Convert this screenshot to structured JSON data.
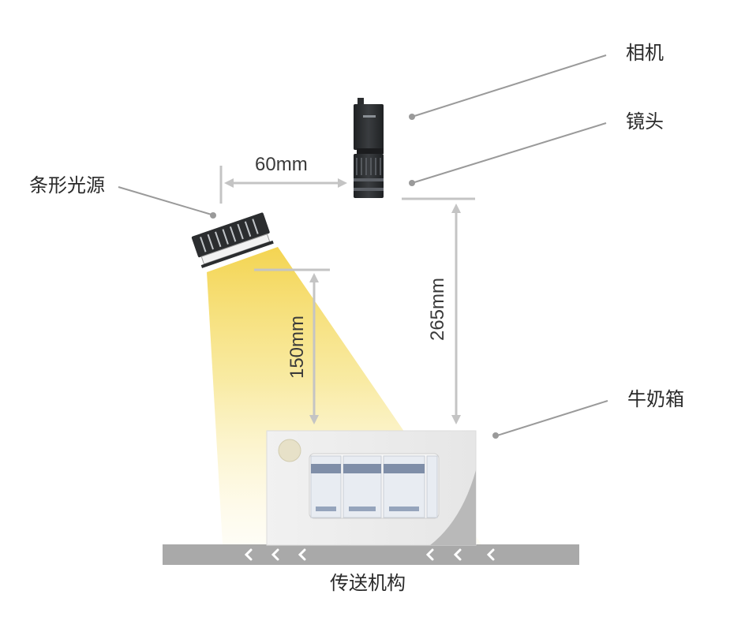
{
  "labels": {
    "camera": "相机",
    "lens": "镜头",
    "light": "条形光源",
    "box": "牛奶箱",
    "conveyor": "传送机构"
  },
  "dimensions": {
    "horizontal": "60mm",
    "light_height": "150mm",
    "camera_height": "265mm"
  },
  "colors": {
    "light_beam": "#f3d248",
    "leader_line": "#9a9a9a",
    "dimension_line": "#c4c4c4",
    "conveyor": "#a9a9a9",
    "camera_body": "#2b2d2f"
  }
}
